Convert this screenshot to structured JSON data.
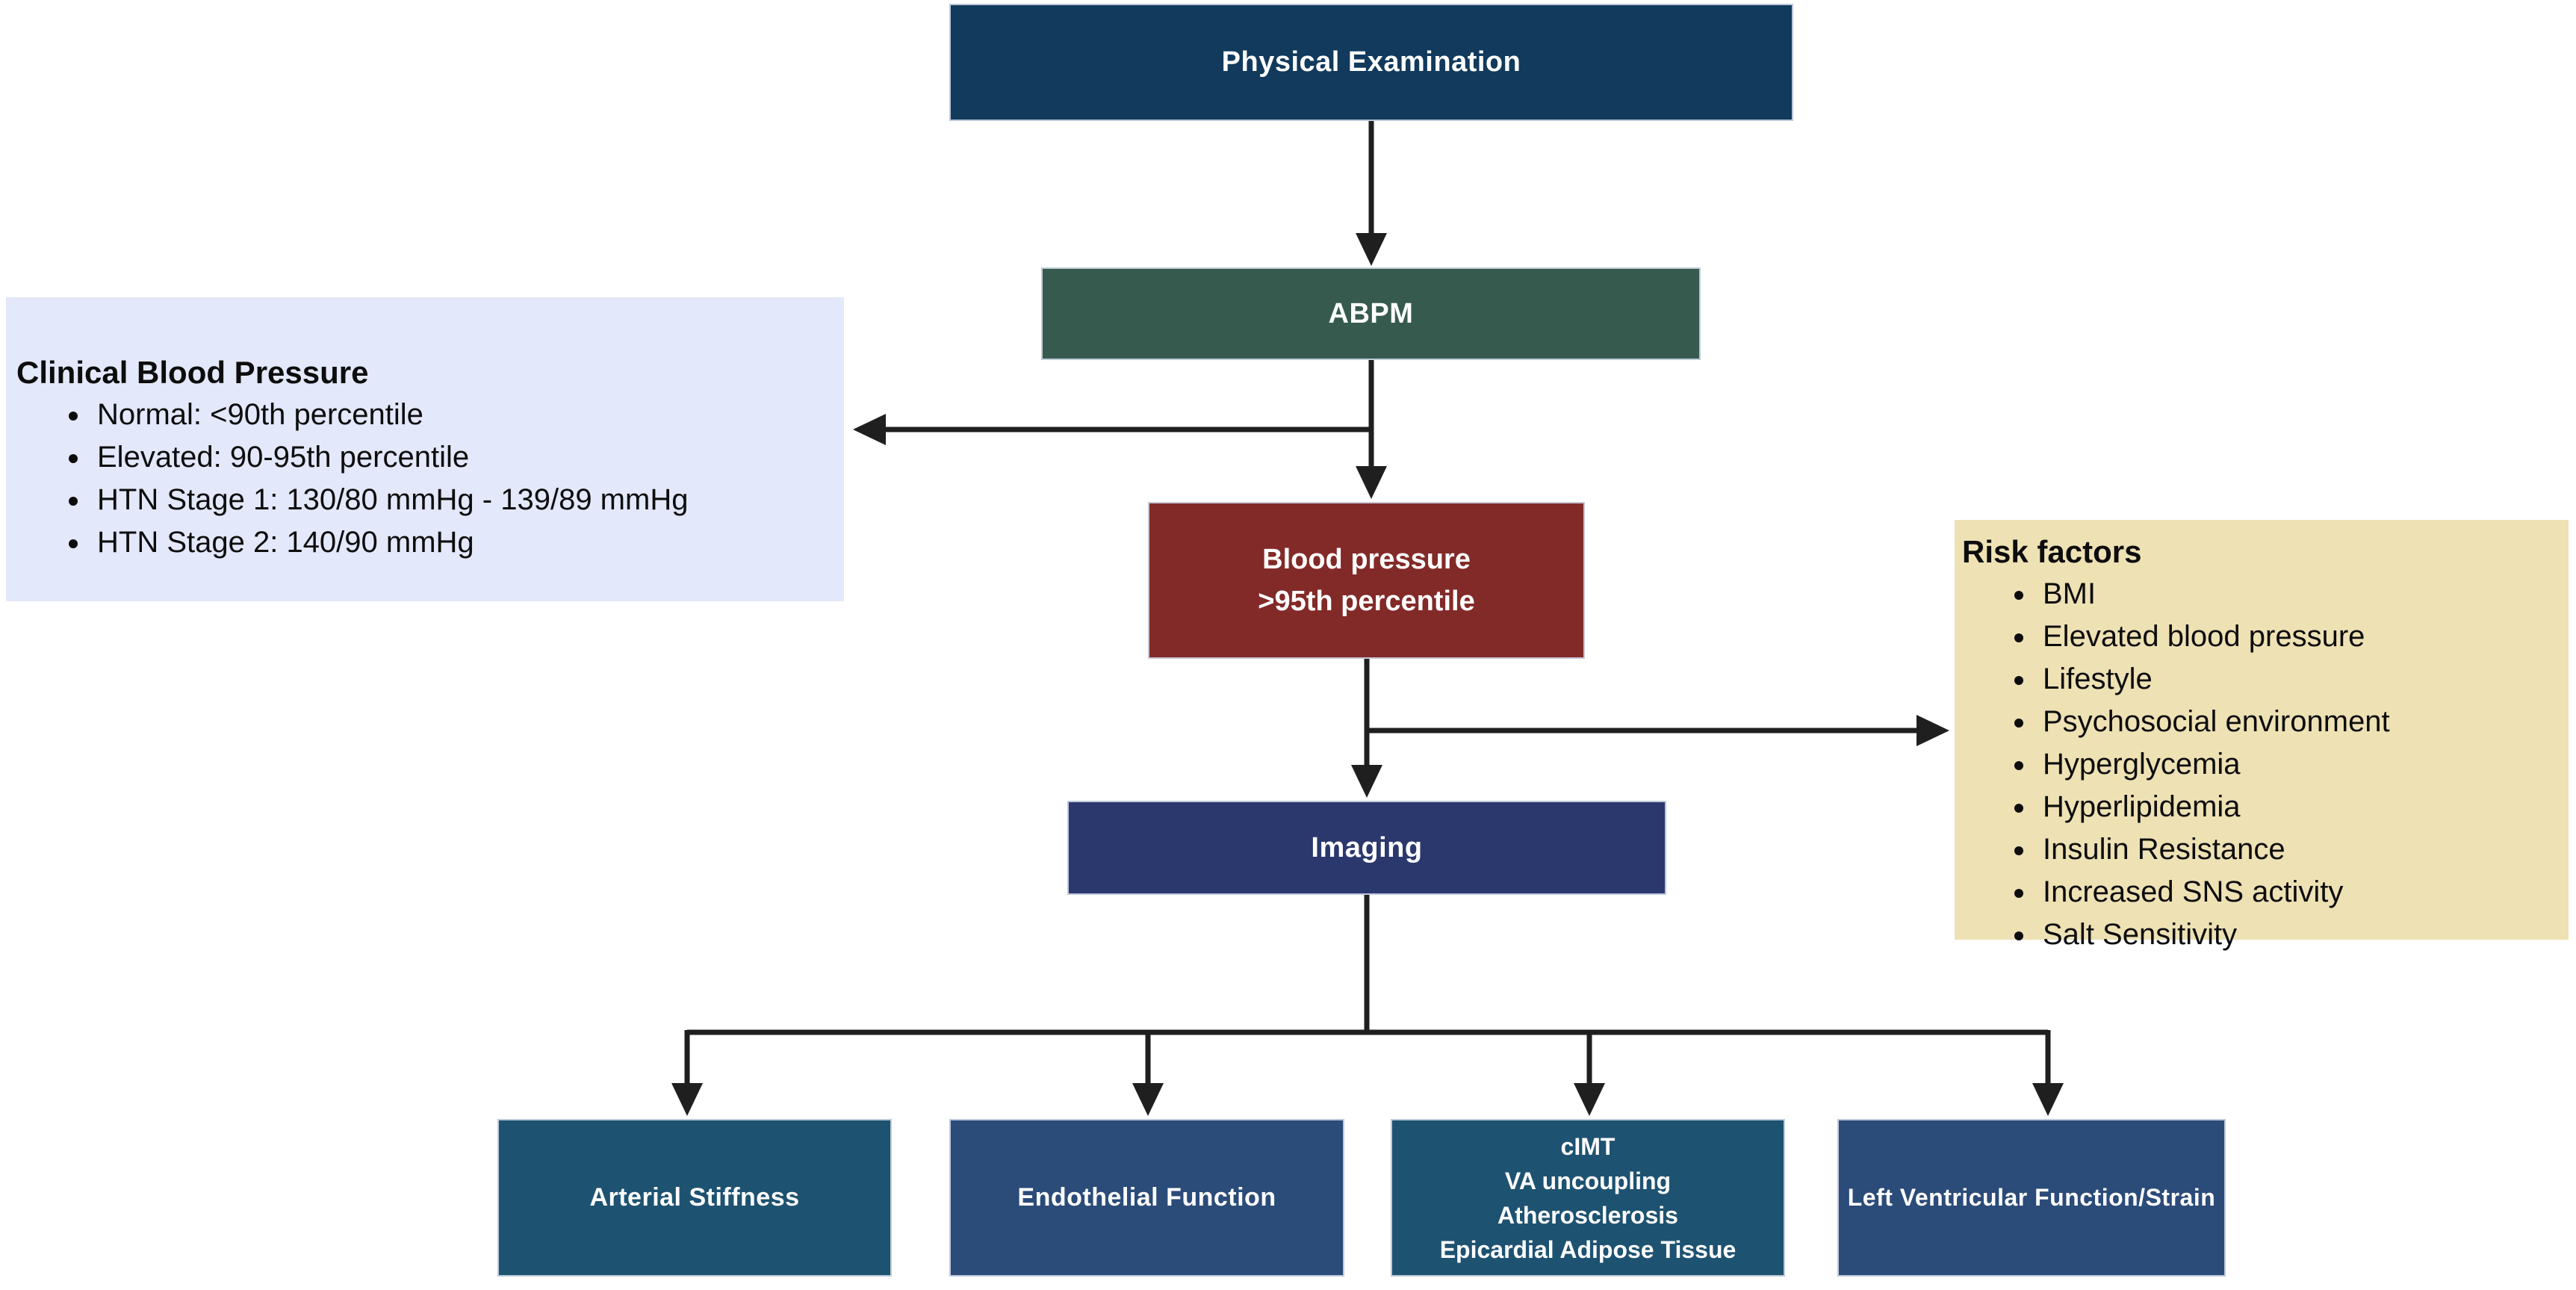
{
  "diagram": {
    "type": "flowchart",
    "background": "#FFFFFF",
    "line_color": "#1F1F1F"
  },
  "colors": {
    "dark_navy": "#113A5C",
    "green": "#375A4F",
    "dark_red": "#822A28",
    "indigo": "#2A386D",
    "teal": "#1E5271",
    "navy": "#2B4B79",
    "lavender_panel": "#E3E8FA",
    "tan_panel": "#EEE1B4"
  },
  "nodes": {
    "physical_exam": {
      "label": "Physical Examination",
      "color": "#113A5C"
    },
    "abpm": {
      "label": "ABPM",
      "color": "#375A4F"
    },
    "bp95": {
      "lines": [
        "Blood pressure",
        ">95th percentile"
      ],
      "color": "#822A28"
    },
    "imaging": {
      "label": "Imaging",
      "color": "#2A386D"
    },
    "arterial": {
      "label": "Arterial Stiffness",
      "color": "#1E5271"
    },
    "endothelial": {
      "label": "Endothelial Function",
      "color": "#2B4B79"
    },
    "cimt": {
      "lines": [
        "cIMT",
        "VA uncoupling",
        "Atherosclerosis",
        "Epicardial Adipose Tissue"
      ],
      "color": "#1E5271"
    },
    "lv": {
      "label": "Left Ventricular Function/Strain",
      "color": "#2B4B79"
    }
  },
  "panels": {
    "clinical": {
      "title": "Clinical Blood Pressure",
      "items": [
        "Normal: <90th percentile",
        "Elevated: 90-95th percentile",
        "HTN Stage 1: 130/80 mmHg - 139/89 mmHg",
        "HTN Stage 2: 140/90 mmHg"
      ],
      "color": "#E3E8FA"
    },
    "risk": {
      "title": "Risk factors",
      "items": [
        "BMI",
        "Elevated blood pressure",
        "Lifestyle",
        "Psychosocial environment",
        "Hyperglycemia",
        "Hyperlipidemia",
        "Insulin Resistance",
        "Increased SNS activity",
        "Salt Sensitivity"
      ],
      "color": "#EEE1B4"
    }
  },
  "edges": [
    {
      "from": "Physical Examination",
      "to": "ABPM"
    },
    {
      "from": "ABPM",
      "to": "Clinical Blood Pressure"
    },
    {
      "from": "ABPM",
      "to": "Blood pressure >95th percentile"
    },
    {
      "from": "Blood pressure >95th percentile",
      "to": "Risk factors"
    },
    {
      "from": "Blood pressure >95th percentile",
      "to": "Imaging"
    },
    {
      "from": "Imaging",
      "to": "Arterial Stiffness"
    },
    {
      "from": "Imaging",
      "to": "Endothelial Function"
    },
    {
      "from": "Imaging",
      "to": "cIMT / VA uncoupling / Atherosclerosis / Epicardial Adipose Tissue"
    },
    {
      "from": "Imaging",
      "to": "Left Ventricular Function/Strain"
    }
  ]
}
